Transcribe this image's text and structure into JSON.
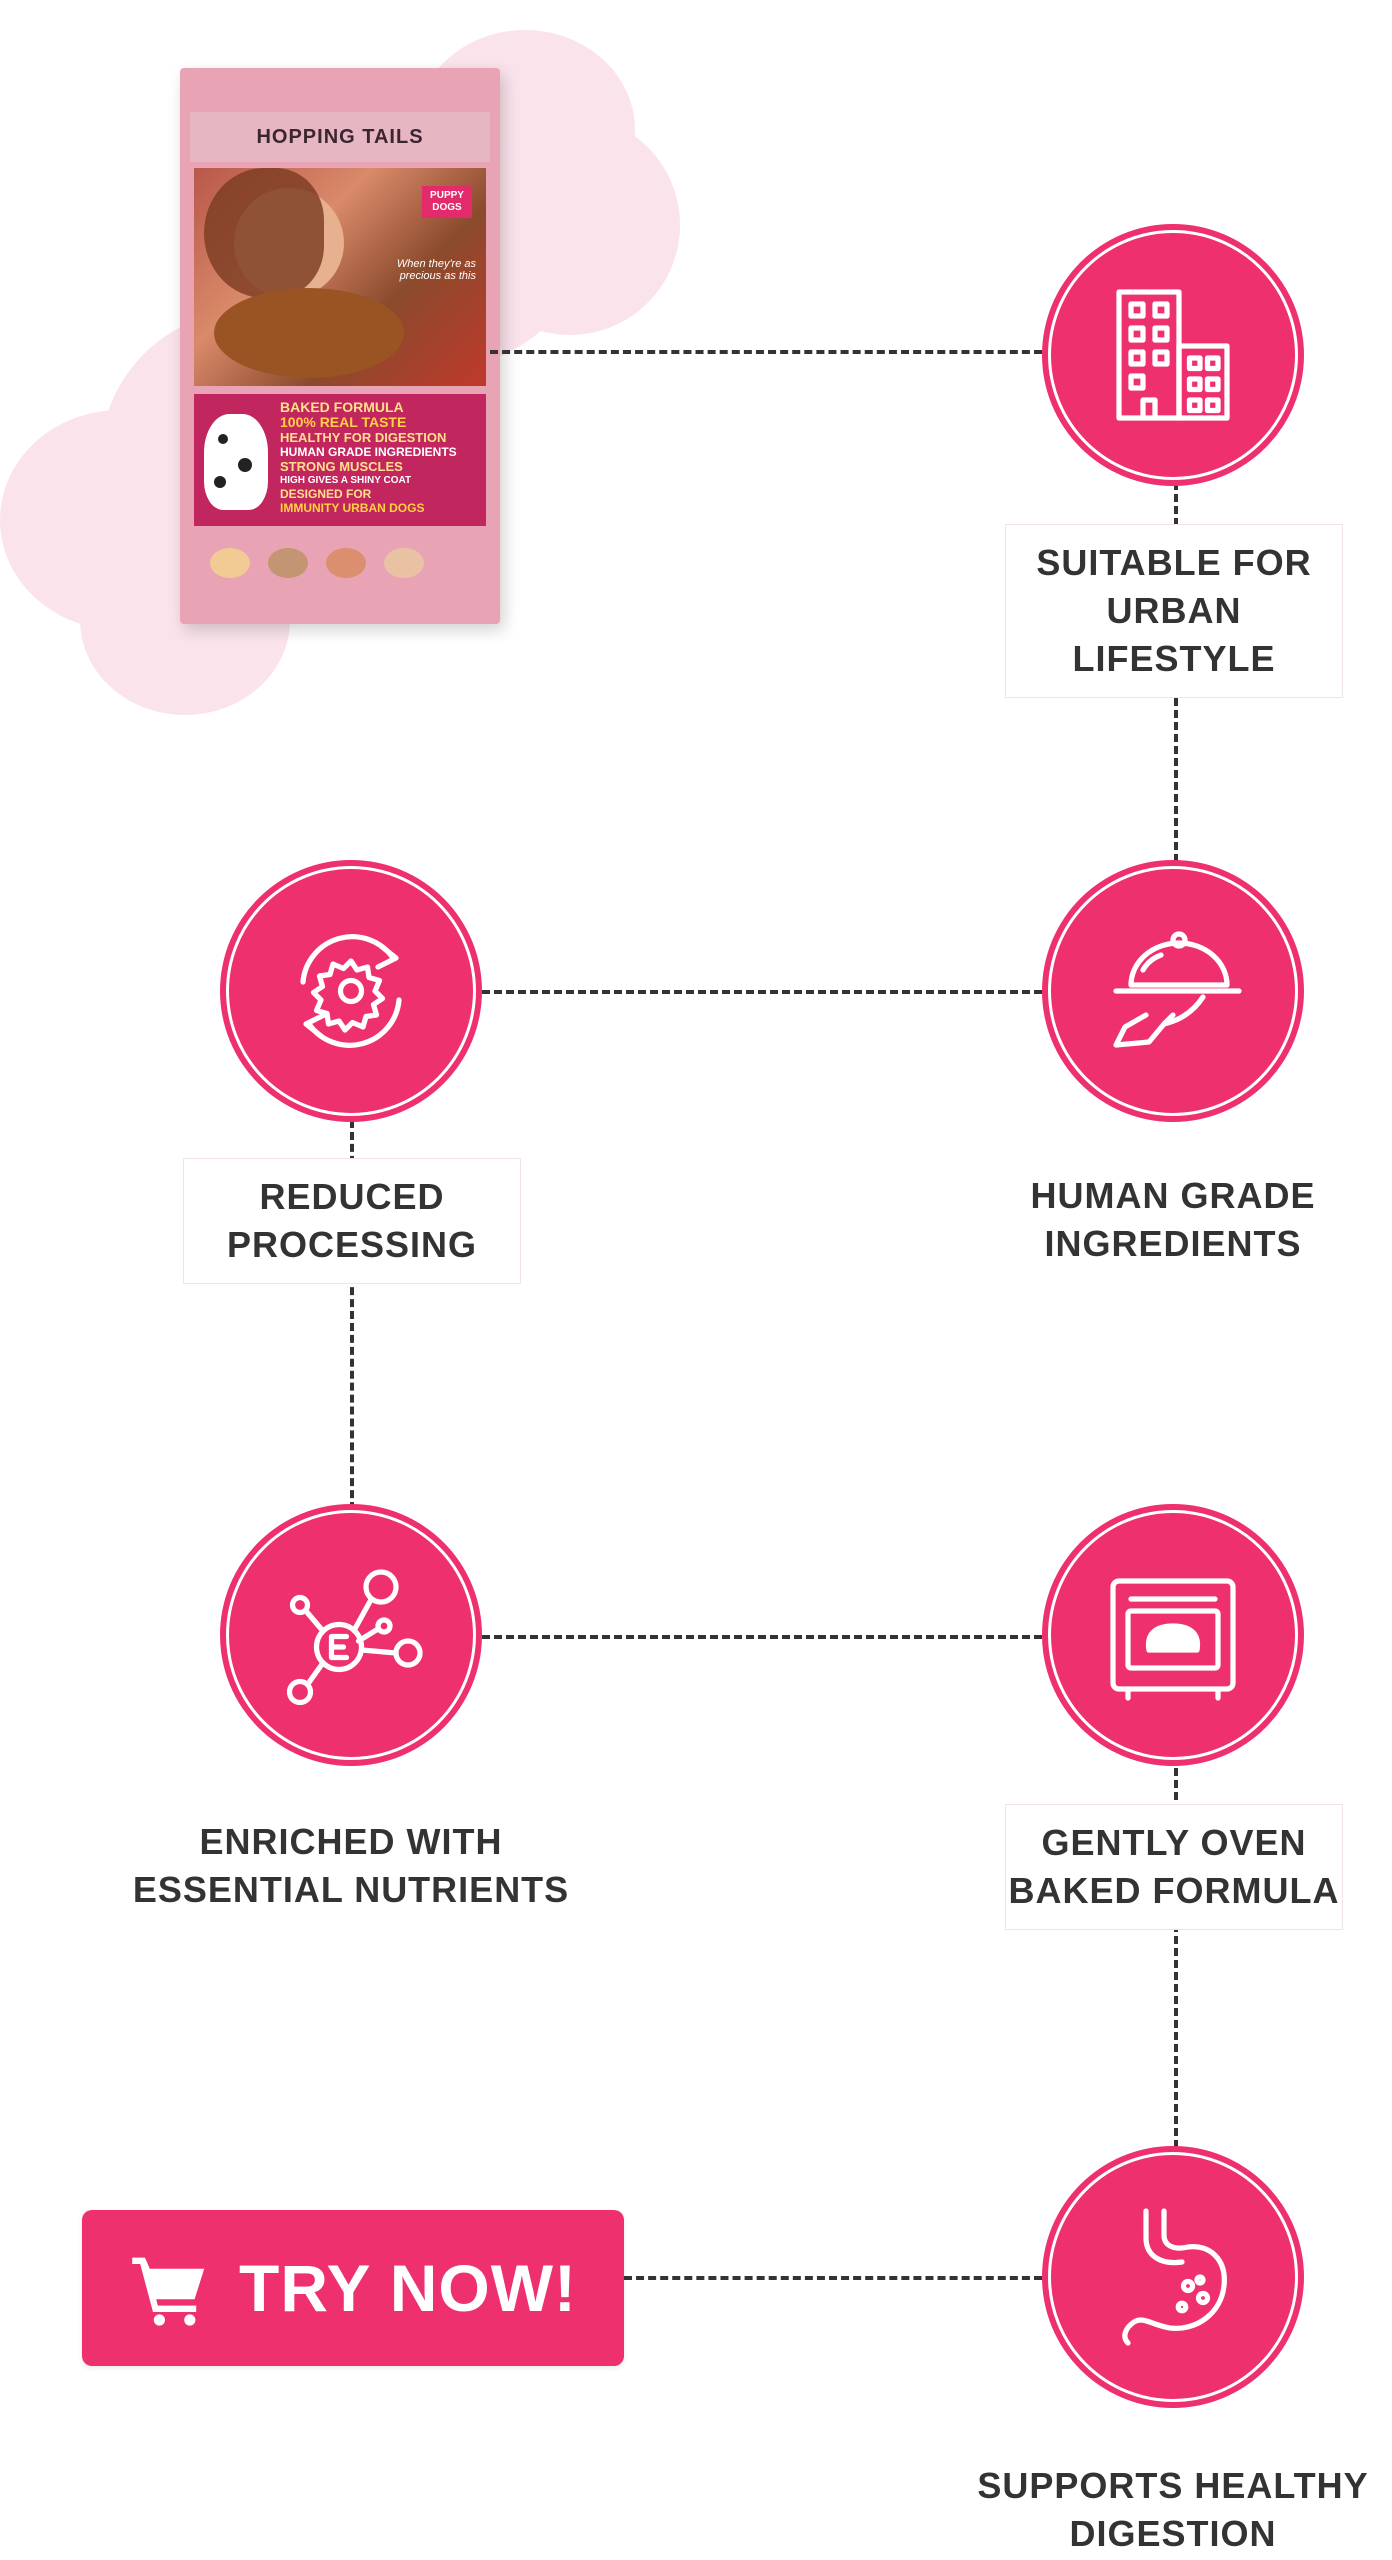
{
  "colors": {
    "accent": "#EE306E",
    "text": "#333333",
    "blob": "#F8DCE6"
  },
  "product": {
    "brand": "HOPPING TAILS",
    "badge": "PUPPY DOGS",
    "tagline": "When they're as precious as this",
    "pack_lines": [
      "BAKED FORMULA",
      "100% REAL TASTE",
      "HEALTHY FOR DIGESTION",
      "HUMAN GRADE INGREDIENTS",
      "STRONG MUSCLES",
      "HIGH GIVES A SHINY COAT",
      "DESIGNED FOR",
      "IMMUNITY URBAN DOGS"
    ]
  },
  "features": [
    {
      "id": "urban",
      "icon": "building-icon",
      "line1": "SUITABLE FOR",
      "line2": "URBAN LIFESTYLE"
    },
    {
      "id": "reduced",
      "icon": "gear-cycle-icon",
      "line1": "REDUCED",
      "line2": "PROCESSING"
    },
    {
      "id": "human",
      "icon": "serving-cloche-icon",
      "line1": "HUMAN GRADE",
      "line2": "INGREDIENTS"
    },
    {
      "id": "enriched",
      "icon": "vitamin-e-icon",
      "line1": "ENRICHED WITH",
      "line2": "ESSENTIAL NUTRIENTS"
    },
    {
      "id": "oven",
      "icon": "oven-bread-icon",
      "line1": "GENTLY OVEN",
      "line2": "BAKED FORMULA"
    },
    {
      "id": "digestion",
      "icon": "stomach-icon",
      "line1": "SUPPORTS HEALTHY",
      "line2": "DIGESTION"
    }
  ],
  "cta": {
    "label": "TRY NOW!",
    "icon": "cart-icon"
  }
}
